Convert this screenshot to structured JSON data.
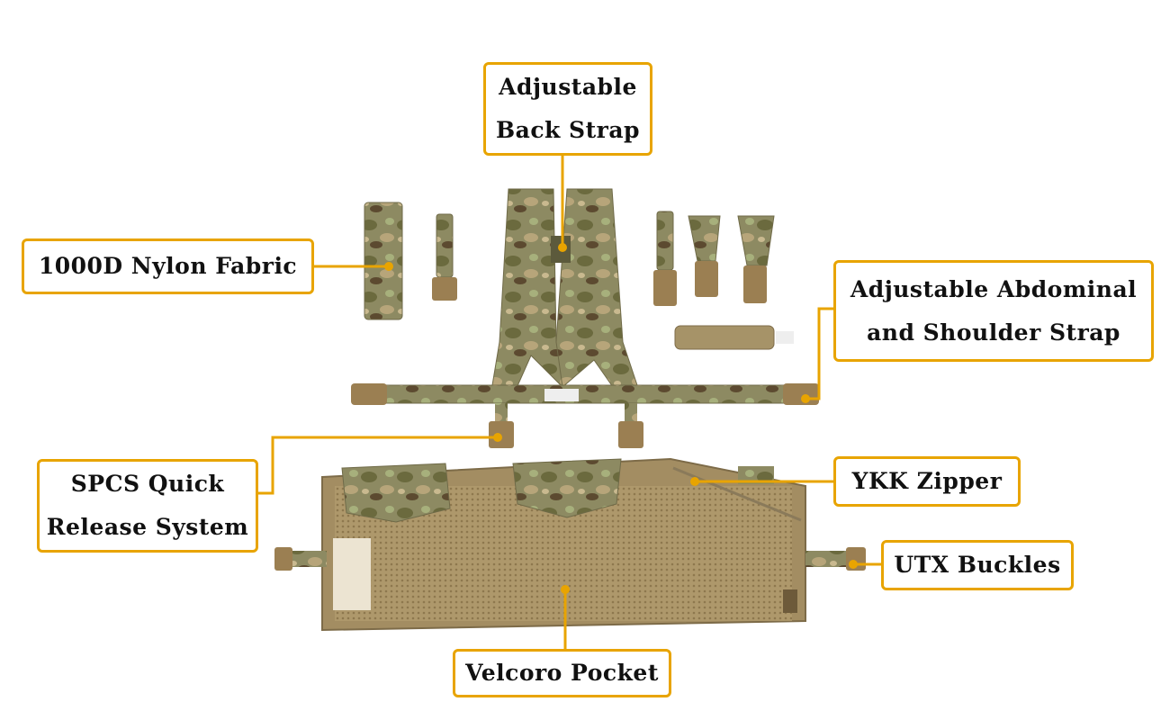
{
  "image_alt": "Multicam chest rig harness with labelled features",
  "colors": {
    "accent": "#e8a400",
    "camo_base": "#8d8a62",
    "mesh": "#b09a6c",
    "buckle": "#9b7f52"
  },
  "callouts": {
    "back_strap": {
      "line1": "Adjustable",
      "line2": "Back Strap"
    },
    "nylon": {
      "line1": "1000D Nylon Fabric"
    },
    "abdominal": {
      "line1": "Adjustable Abdominal",
      "line2": "and Shoulder Strap"
    },
    "spcs": {
      "line1": "SPCS Quick",
      "line2": "Release System"
    },
    "ykk": {
      "line1": "YKK Zipper"
    },
    "utx": {
      "line1": "UTX Buckles"
    },
    "velcro": {
      "line1": "Velcoro Pocket"
    }
  }
}
